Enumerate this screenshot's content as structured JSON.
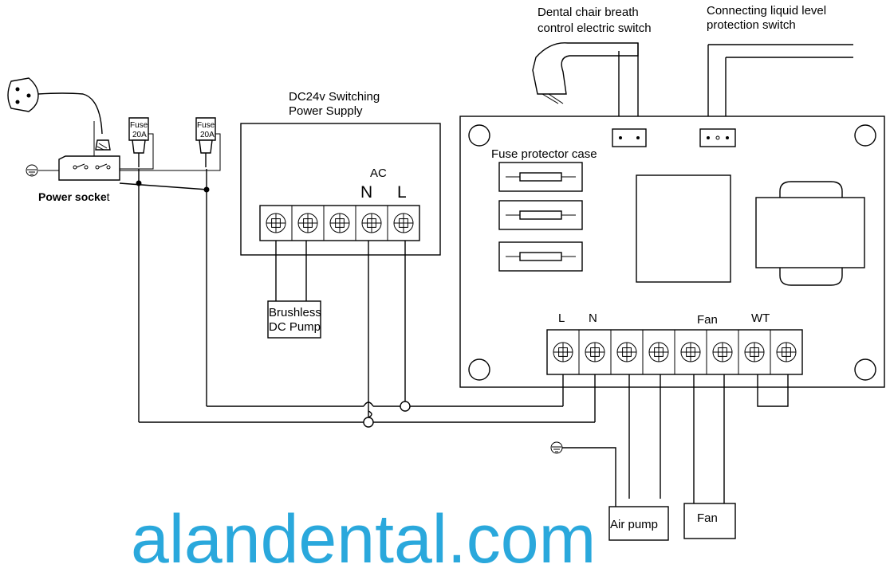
{
  "labels": {
    "breath_switch_line1": "Dental chair breath",
    "breath_switch_line2": "control electric switch",
    "liquid_switch_line1": "Connecting liquid level",
    "liquid_switch_line2": "protection switch",
    "psu_line1": "DC24v Switching",
    "psu_line2": "Power Supply",
    "psu_ac": "AC",
    "psu_n": "N",
    "psu_l": "L",
    "fuse_case": "Fuse protector case",
    "fuse_text": "Fuse",
    "fuse_rating": "20A",
    "power_socket": "Power socke",
    "power_socket_t": "t",
    "pump_line1": "Brushless",
    "pump_line2": "DC Pump",
    "board_l": "L",
    "board_n": "N",
    "board_fan": "Fan",
    "board_wt": "WT",
    "air_pump": "Air pump",
    "fan_box": "Fan"
  },
  "watermark": "alandental.com",
  "colors": {
    "watermark": "#2aa8dc",
    "line": "#000000",
    "fuse_body": "#808080"
  }
}
